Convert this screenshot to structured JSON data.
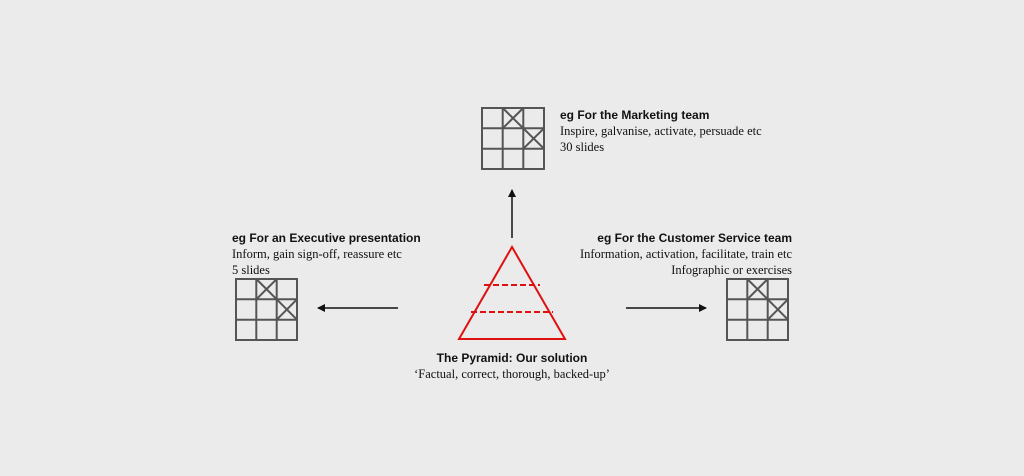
{
  "pyramid": {
    "title": "The Pyramid: Our solution",
    "subtitle": "‘Factual, correct, thorough, backed-up’",
    "color": "#e01010"
  },
  "top": {
    "title": "eg For the Marketing team",
    "line1": "Inspire, galvanise, activate, persuade etc",
    "line2": "30 slides"
  },
  "left": {
    "title": "eg For an Executive presentation",
    "line1": "Inform, gain sign-off, reassure etc",
    "line2": "5 slides"
  },
  "right": {
    "title": "eg For the Customer Service team",
    "line1": "Information, activation, facilitate, train etc",
    "line2": "Infographic or exercises"
  },
  "colors": {
    "grid": "#555555",
    "arrow": "#111111",
    "background": "#ebebeb"
  }
}
